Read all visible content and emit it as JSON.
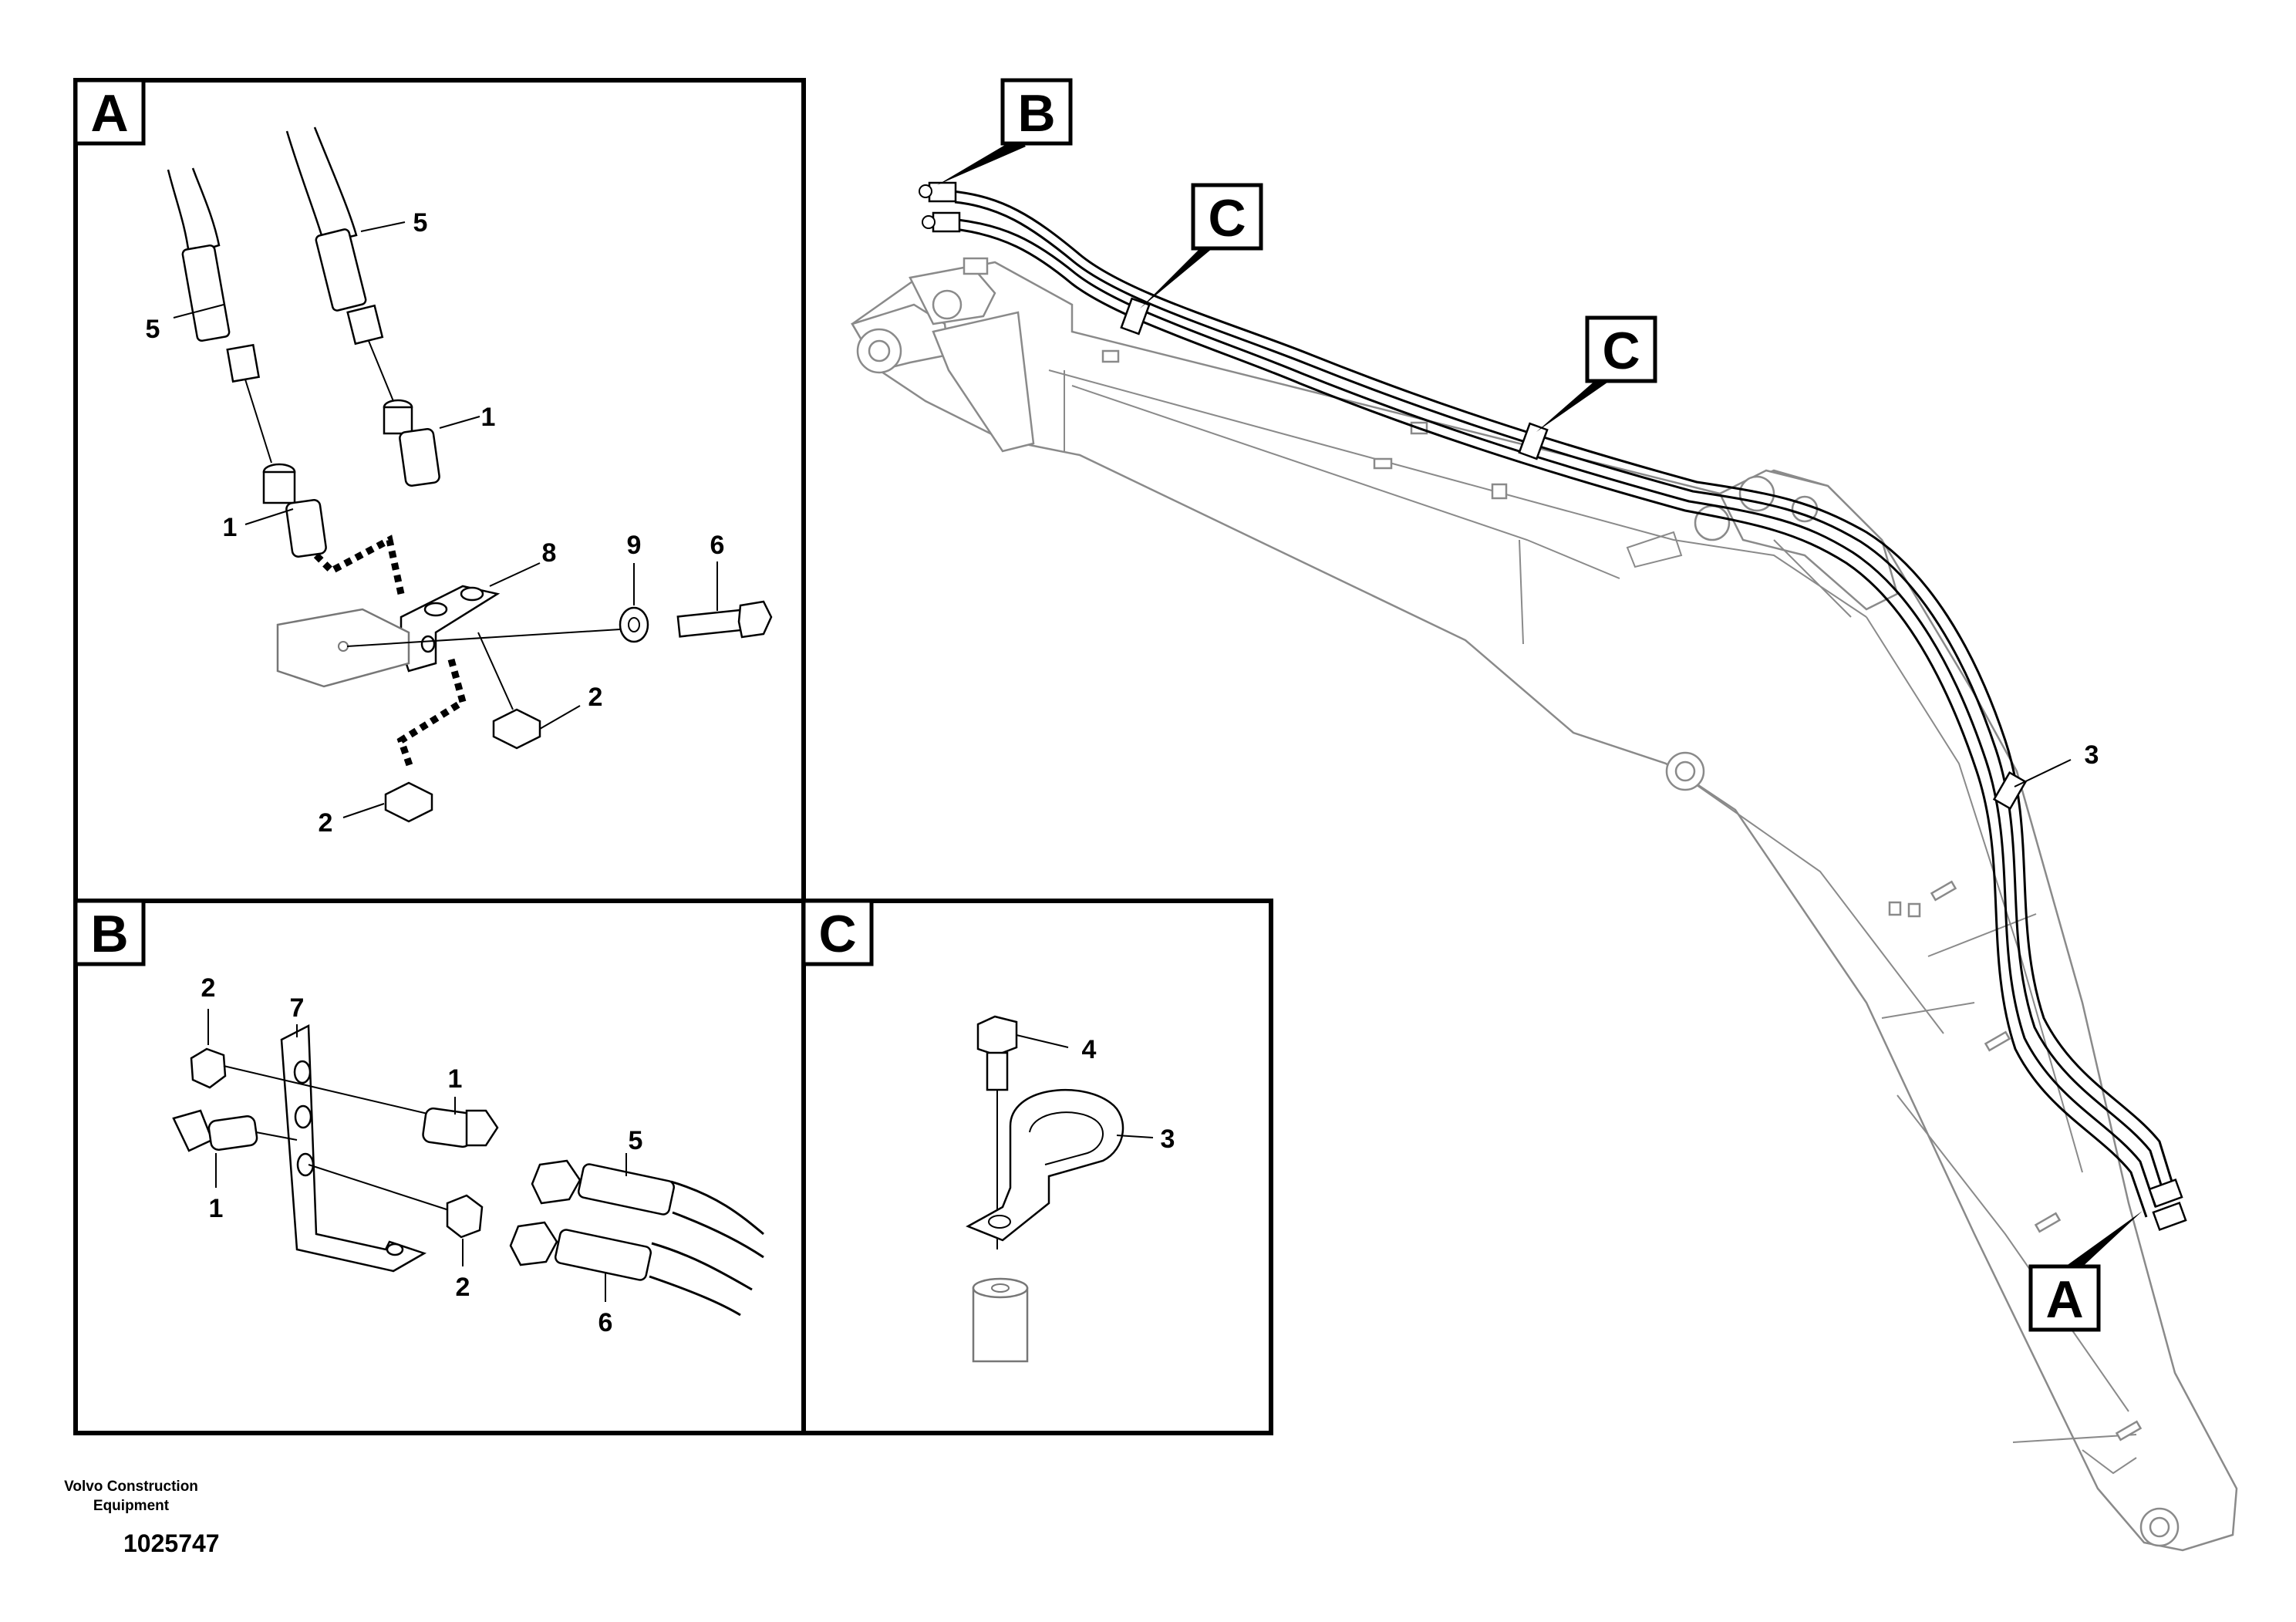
{
  "detail_views": {
    "A": {
      "label": "A",
      "parts": {
        "p1a": "1",
        "p1b": "1",
        "p2a": "2",
        "p2b": "2",
        "p5a": "5",
        "p5b": "5",
        "p6": "6",
        "p8": "8",
        "p9": "9"
      }
    },
    "B": {
      "label": "B",
      "parts": {
        "p2a": "2",
        "p2b": "2",
        "p7": "7",
        "p1a": "1",
        "p1b": "1",
        "p5": "5",
        "p6": "6"
      }
    },
    "C": {
      "label": "C",
      "parts": {
        "p4": "4",
        "p3": "3"
      }
    }
  },
  "overview": {
    "tags": {
      "A": "A",
      "B": "B",
      "C1": "C",
      "C2": "C"
    },
    "part_3": "3"
  },
  "footer": {
    "brand": "Volvo Construction Equipment",
    "illustration_number": "1025747"
  }
}
